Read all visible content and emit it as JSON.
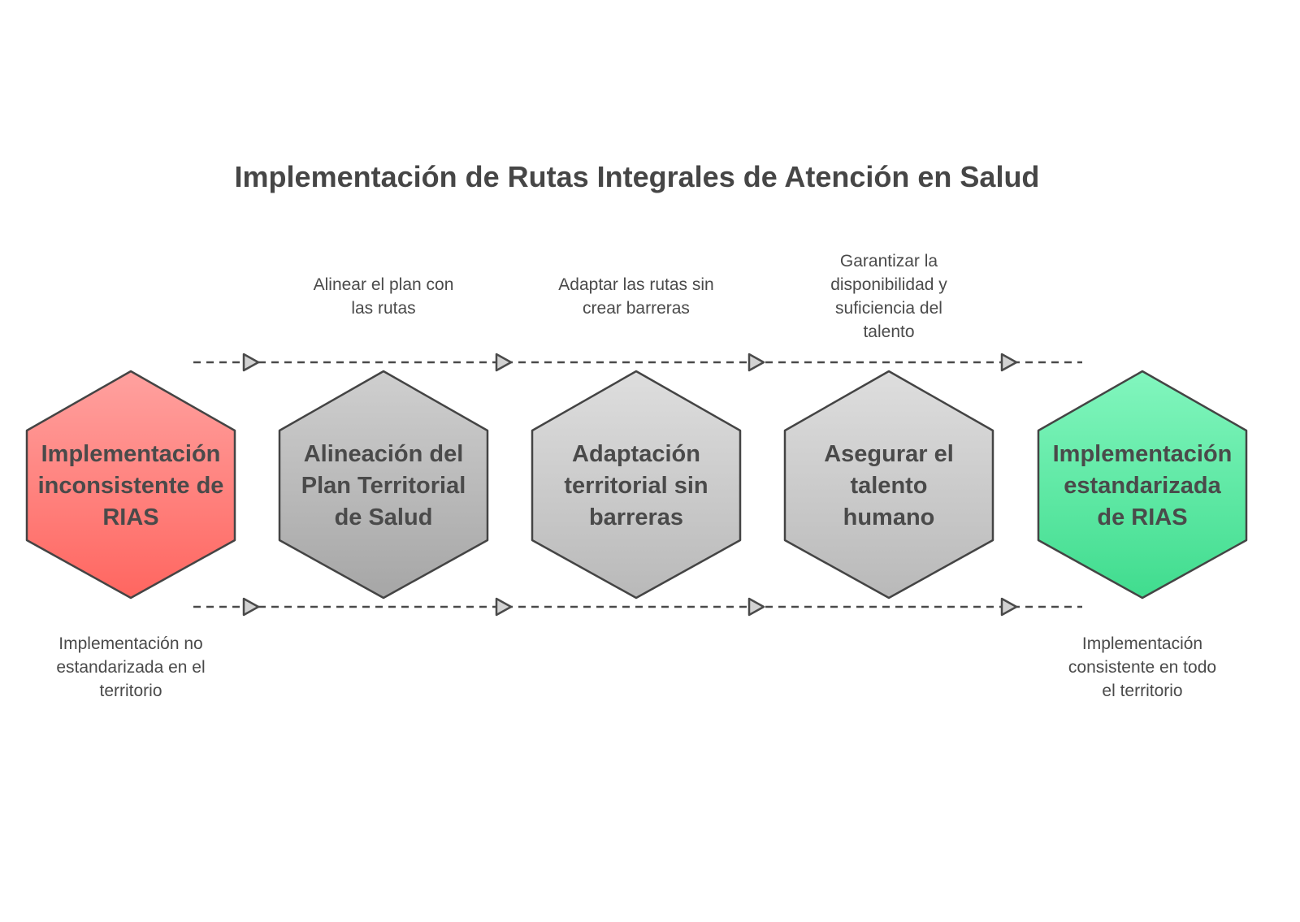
{
  "title": "Implementación de Rutas Integrales de Atención en Salud",
  "colors": {
    "start": "#ff7f7a",
    "step": "#c4c4c4",
    "end": "#5ee8a4",
    "text": "#4a4a4a"
  },
  "stages": [
    {
      "lines": [
        "Implementación",
        "inconsistente de",
        "RIAS"
      ],
      "caption": [
        "Implementación no",
        "estandarizada en el",
        "territorio"
      ]
    },
    {
      "lines": [
        "Alineación del",
        "Plan Territorial",
        "de Salud"
      ],
      "caption": [
        "Alinear el plan con",
        "las rutas"
      ]
    },
    {
      "lines": [
        "Adaptación",
        "territorial sin",
        "barreras"
      ],
      "caption": [
        "Adaptar las rutas sin",
        "crear barreras"
      ]
    },
    {
      "lines": [
        "Asegurar el",
        "talento",
        "humano"
      ],
      "caption": [
        "Garantizar la",
        "disponibilidad y",
        "suficiencia del",
        "talento"
      ]
    },
    {
      "lines": [
        "Implementación",
        "estandarizada",
        "de RIAS"
      ],
      "caption": [
        "Implementación",
        "consistente en todo",
        "el territorio"
      ]
    }
  ]
}
